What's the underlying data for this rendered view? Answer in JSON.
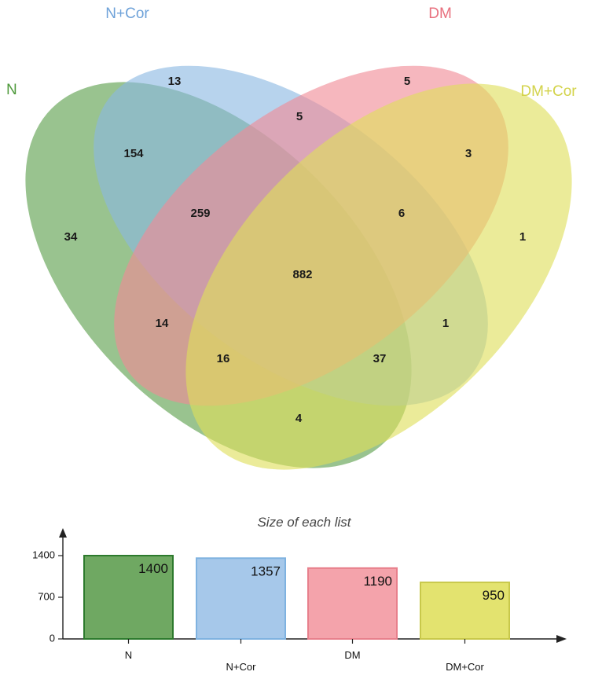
{
  "chart_data": [
    {
      "type": "venn",
      "sets": [
        {
          "name": "N",
          "color": "#5a9e4b",
          "label_color": "#4f9a3c"
        },
        {
          "name": "N+Cor",
          "color": "#8ab8e2",
          "label_color": "#6ea2d9"
        },
        {
          "name": "DM",
          "color": "#f08a96",
          "label_color": "#e8707e"
        },
        {
          "name": "DM+Cor",
          "color": "#dede5a",
          "label_color": "#d3d34a"
        }
      ],
      "regions": [
        {
          "sets": [
            "N+Cor"
          ],
          "value": "13"
        },
        {
          "sets": [
            "DM"
          ],
          "value": "5"
        },
        {
          "sets": [
            "N+Cor",
            "DM"
          ],
          "value": "5"
        },
        {
          "sets": [
            "N",
            "N+Cor"
          ],
          "value": "154"
        },
        {
          "sets": [
            "DM",
            "DM+Cor"
          ],
          "value": "3"
        },
        {
          "sets": [
            "N",
            "N+Cor",
            "DM"
          ],
          "value": "259"
        },
        {
          "sets": [
            "N+Cor",
            "DM",
            "DM+Cor"
          ],
          "value": "6"
        },
        {
          "sets": [
            "N"
          ],
          "value": "34"
        },
        {
          "sets": [
            "DM+Cor"
          ],
          "value": "1"
        },
        {
          "sets": [
            "N",
            "N+Cor",
            "DM",
            "DM+Cor"
          ],
          "value": "882"
        },
        {
          "sets": [
            "N",
            "DM"
          ],
          "value": "14"
        },
        {
          "sets": [
            "N+Cor",
            "DM+Cor"
          ],
          "value": "1"
        },
        {
          "sets": [
            "N",
            "DM",
            "DM+Cor"
          ],
          "value": "16"
        },
        {
          "sets": [
            "N",
            "N+Cor",
            "DM+Cor"
          ],
          "value": "37"
        },
        {
          "sets": [
            "N",
            "DM+Cor"
          ],
          "value": "4"
        }
      ]
    },
    {
      "type": "bar",
      "title": "Size of each list",
      "categories": [
        "N",
        "N+Cor",
        "DM",
        "DM+Cor"
      ],
      "values": [
        1400,
        1357,
        1190,
        950
      ],
      "value_labels": [
        "1400",
        "1357",
        "1190",
        "950"
      ],
      "colors": [
        "#6fa862",
        "#a6c8ea",
        "#f4a3ab",
        "#e3e36f"
      ],
      "edge_colors": [
        "#2d7a2d",
        "#7fb2e0",
        "#e8808c",
        "#c8c84a"
      ],
      "yticks": [
        0,
        700,
        1400
      ],
      "ytick_labels": [
        "0",
        "700",
        "1400"
      ],
      "ylim": [
        0,
        1400
      ],
      "grid": false
    }
  ]
}
